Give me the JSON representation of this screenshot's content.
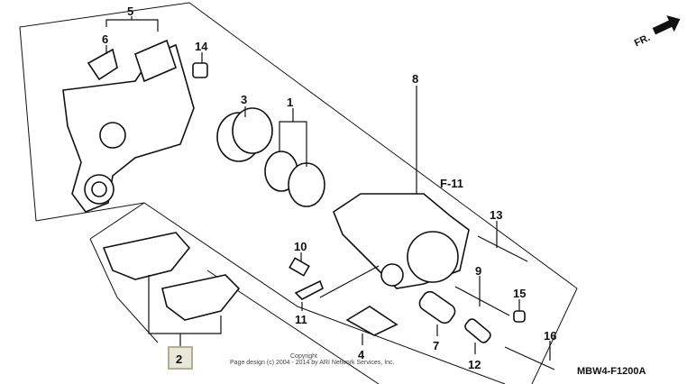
{
  "diagram": {
    "direction_label": "FR.",
    "reference_label": "F-11",
    "part_code": "MBW4-F1200A",
    "highlighted_callout": "2",
    "highlight_color": "#c8c8b0",
    "callouts": [
      "1",
      "2",
      "3",
      "4",
      "5",
      "6",
      "7",
      "8",
      "9",
      "10",
      "11",
      "12",
      "13",
      "14",
      "15",
      "16"
    ],
    "copyright_line1": "Copyright",
    "copyright_line2": "Page design (c) 2004 - 2014 by ARI Network Services, Inc."
  }
}
